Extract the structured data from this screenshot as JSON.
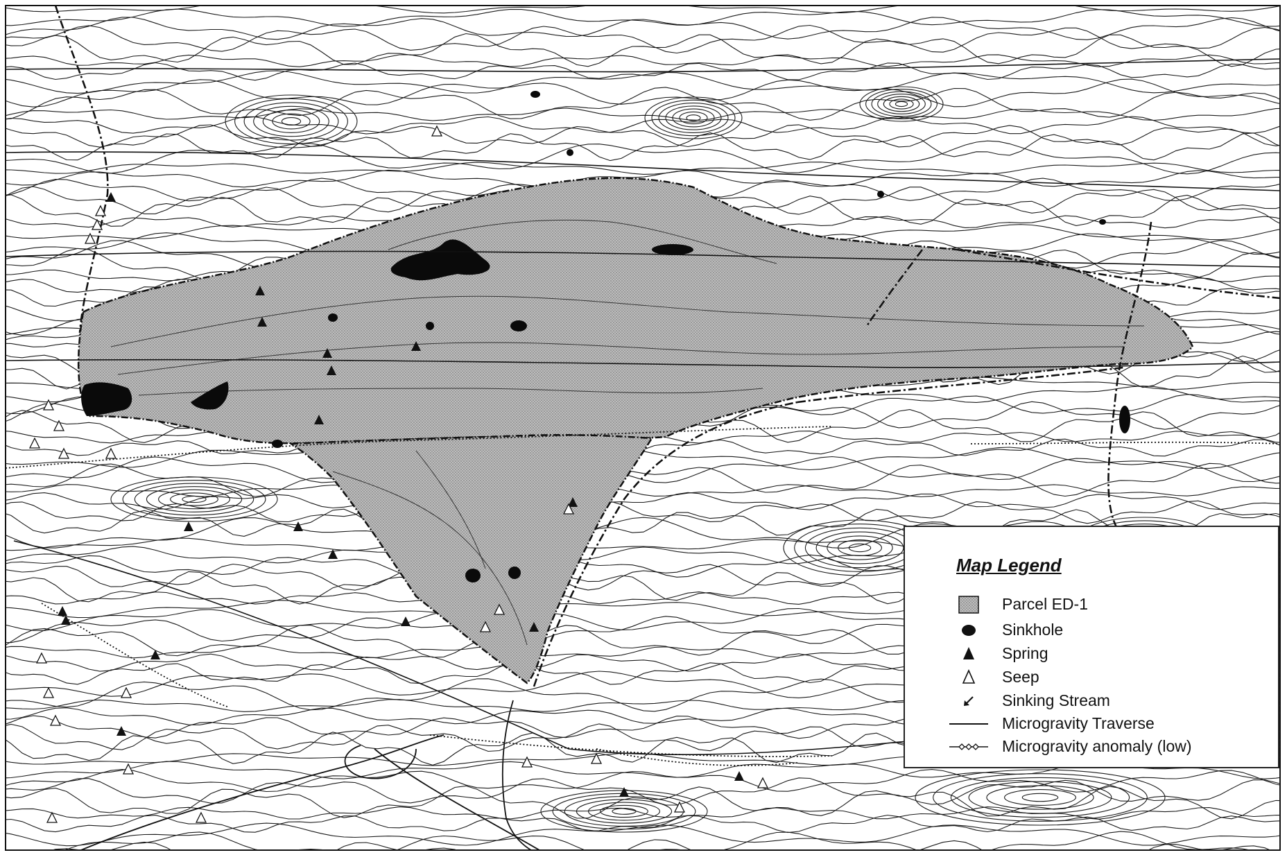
{
  "map": {
    "background": "#ffffff",
    "line_color": "#1a1a1a",
    "parcel_fill": "#b8b8b8",
    "sinkhole_color": "#0a0a0a"
  },
  "legend": {
    "title": "Map Legend",
    "items": [
      {
        "symbol": "parcel-swatch",
        "label": "Parcel ED-1"
      },
      {
        "symbol": "sinkhole-blob",
        "label": "Sinkhole"
      },
      {
        "symbol": "filled-triangle",
        "label": "Spring"
      },
      {
        "symbol": "open-triangle",
        "label": "Seep"
      },
      {
        "symbol": "arrow",
        "label": "Sinking Stream"
      },
      {
        "symbol": "solid-line",
        "label": "Microgravity Traverse"
      },
      {
        "symbol": "diamond-line",
        "label": "Microgravity anomaly (low)"
      }
    ]
  }
}
